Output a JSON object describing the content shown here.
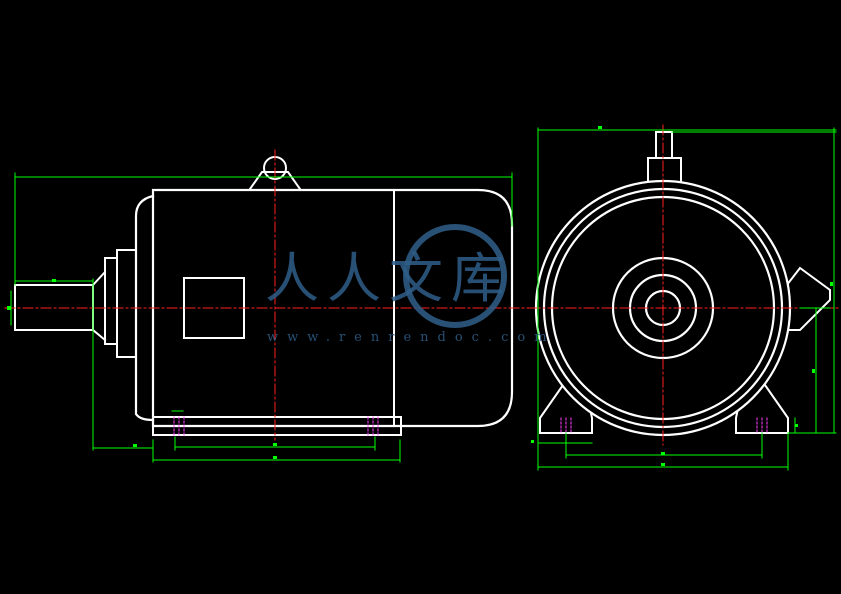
{
  "colors": {
    "background": "#000000",
    "outline": "#ffffff",
    "centerline": "#ff2020",
    "dimension": "#00ff00",
    "hidden": "#ff40ff",
    "watermark": "#2f5f8a"
  },
  "views": [
    "side-view",
    "end-view"
  ],
  "watermark": {
    "chinese": "人人文库",
    "url": "www.renrendoc.com"
  }
}
